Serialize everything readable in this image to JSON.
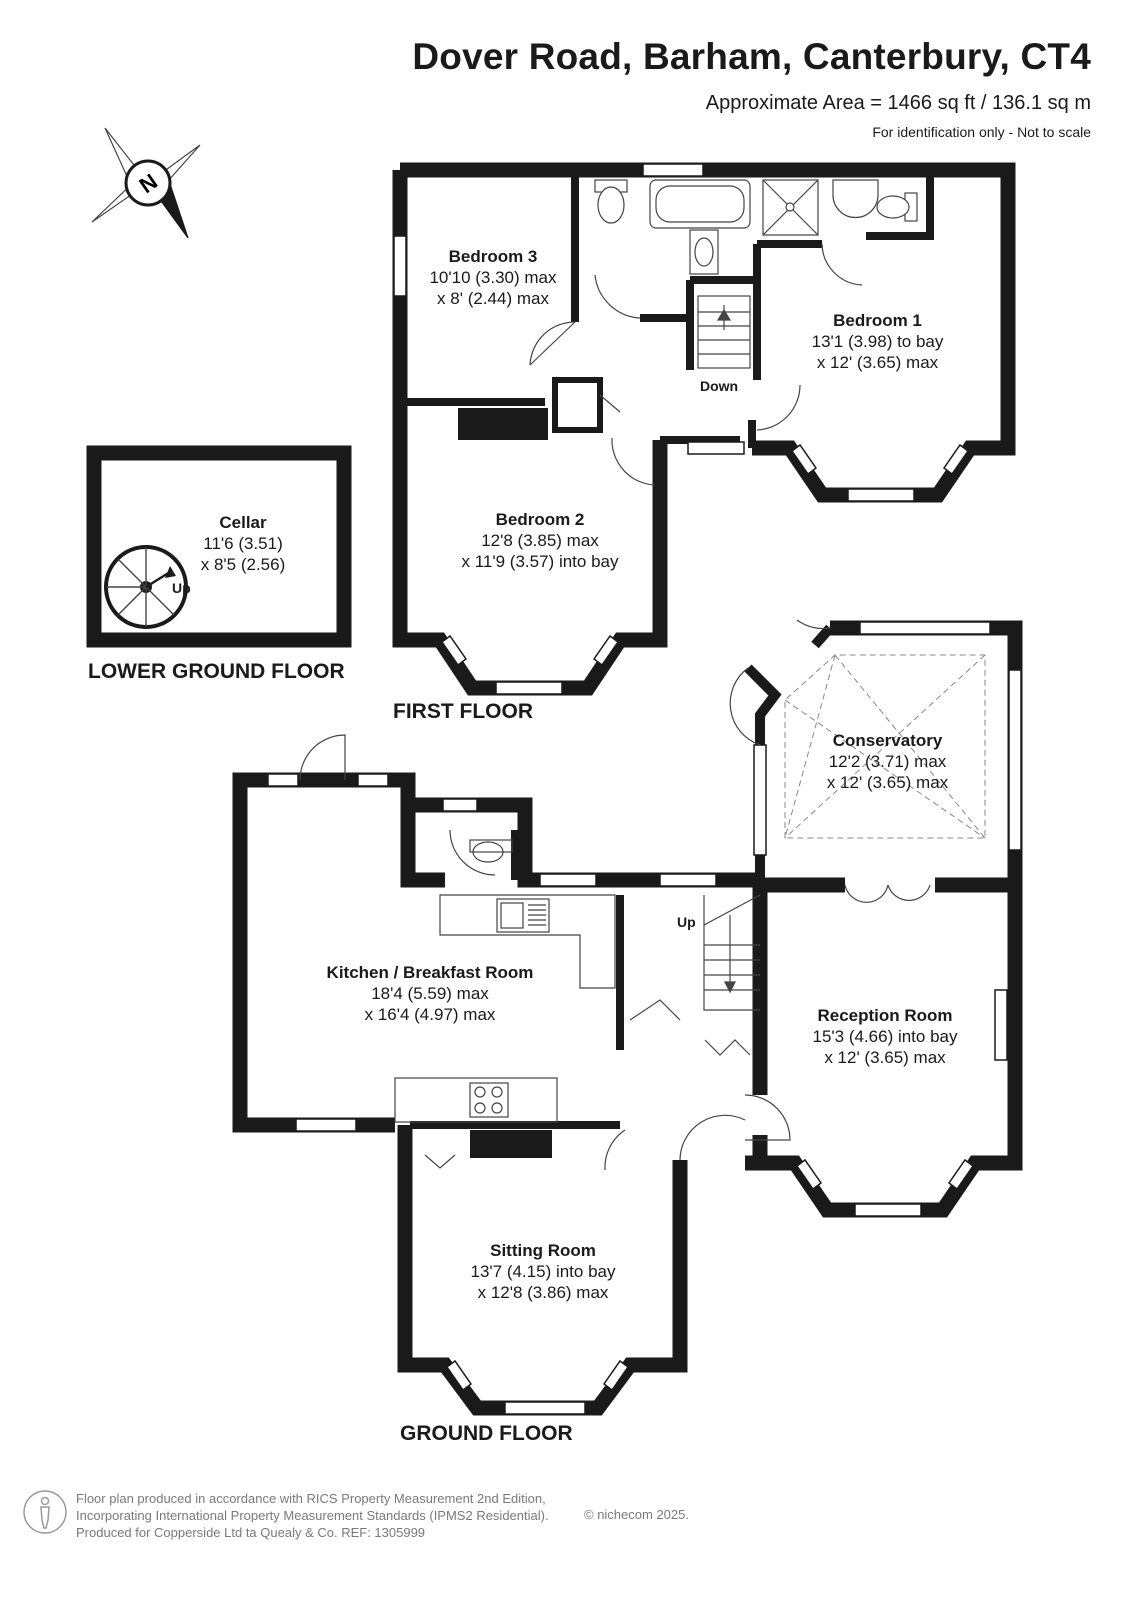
{
  "header": {
    "title": "Dover Road, Barham, Canterbury, CT4",
    "area": "Approximate Area = 1466 sq ft / 136.1 sq m",
    "note": "For identification only - Not to scale"
  },
  "compass": {
    "letter": "N",
    "icon": "compass-icon"
  },
  "rooms": {
    "bedroom3": {
      "name": "Bedroom 3",
      "l1": "10'10 (3.30) max",
      "l2": "x 8' (2.44) max"
    },
    "bedroom1": {
      "name": "Bedroom 1",
      "l1": "13'1 (3.98) to bay",
      "l2": "x 12' (3.65) max"
    },
    "bedroom2": {
      "name": "Bedroom 2",
      "l1": "12'8 (3.85) max",
      "l2": "x 11'9 (3.57) into bay"
    },
    "cellar": {
      "name": "Cellar",
      "l1": "11'6 (3.51)",
      "l2": "x 8'5 (2.56)"
    },
    "conservatory": {
      "name": "Conservatory",
      "l1": "12'2 (3.71) max",
      "l2": "x 12' (3.65) max"
    },
    "kitchen": {
      "name": "Kitchen / Breakfast Room",
      "l1": "18'4 (5.59) max",
      "l2": "x 16'4 (4.97) max"
    },
    "reception": {
      "name": "Reception Room",
      "l1": "15'3 (4.66) into bay",
      "l2": "x 12' (3.65) max"
    },
    "sitting": {
      "name": "Sitting Room",
      "l1": "13'7 (4.15) into bay",
      "l2": "x 12'8 (3.86) max"
    }
  },
  "stairs": {
    "down": "Down",
    "up_ground": "Up",
    "up_cellar": "Up"
  },
  "floors": {
    "lower": "LOWER GROUND FLOOR",
    "first": "FIRST FLOOR",
    "ground": "GROUND FLOOR"
  },
  "footer": {
    "line1": "Floor plan produced in accordance with RICS Property Measurement 2nd Edition,",
    "line2": "Incorporating International Property Measurement Standards (IPMS2 Residential).",
    "line3": "Produced for Copperside Ltd ta Quealy & Co.   REF: 1305999",
    "copyright": "© nichecom 2025."
  },
  "colors": {
    "wall": "#1a1a1a",
    "window": "#ffffff",
    "fixture": "#444444",
    "footer_text": "#7a7a7a"
  }
}
